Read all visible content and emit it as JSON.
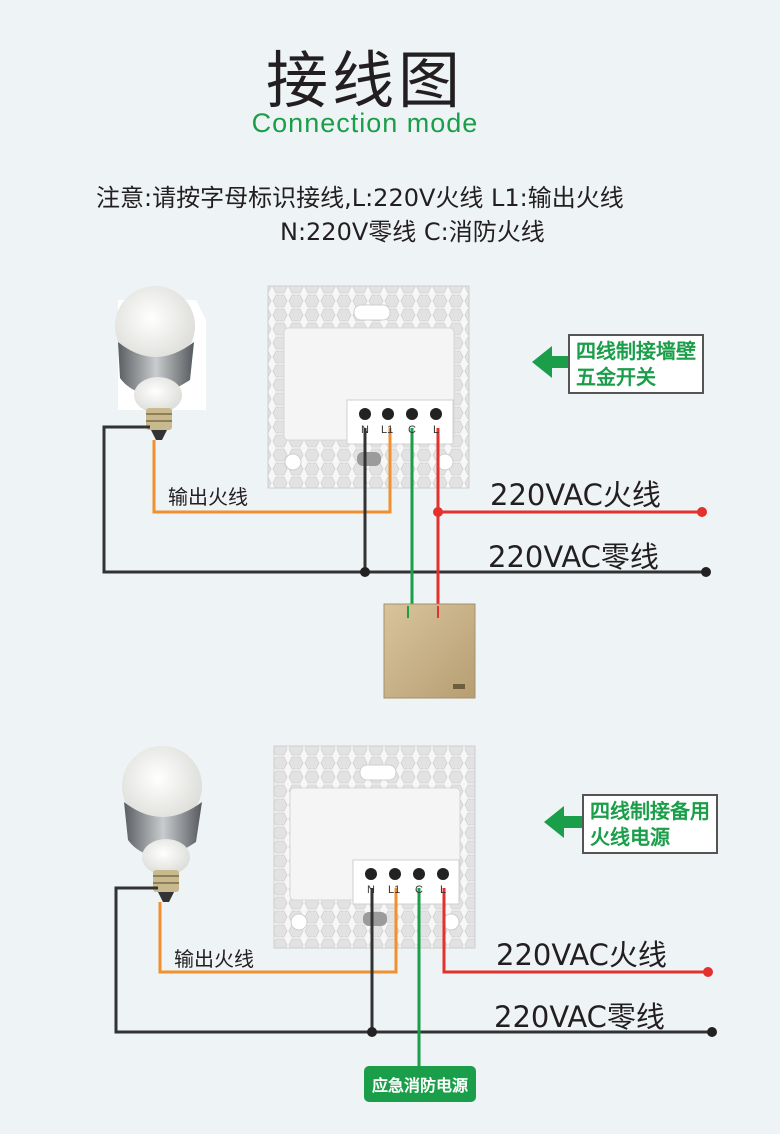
{
  "header": {
    "title": "接线图",
    "subtitle": "Connection mode",
    "note_line1": "注意:请按字母标识接线,L:220V火线 L1:输出火线",
    "note_line2": "N:220V零线  C:消防火线"
  },
  "diagram1": {
    "callout": [
      "四线制接墙壁",
      "五金开关"
    ],
    "output_label": "输出火线",
    "live_label": "220VAC火线",
    "neutral_label": "220VAC零线",
    "terminals": [
      "N",
      "L1",
      "C",
      "L"
    ]
  },
  "diagram2": {
    "callout": [
      "四线制接备用",
      "火线电源"
    ],
    "output_label": "输出火线",
    "live_label": "220VAC火线",
    "neutral_label": "220VAC零线",
    "terminals": [
      "N",
      "L1",
      "C",
      "L"
    ],
    "emergency_label": "应急消防电源"
  },
  "colors": {
    "live": "#e3312d",
    "output": "#f0902e",
    "neutral": "#333333",
    "fire": "#1a9e4a",
    "brand": "#1a9e4a"
  }
}
